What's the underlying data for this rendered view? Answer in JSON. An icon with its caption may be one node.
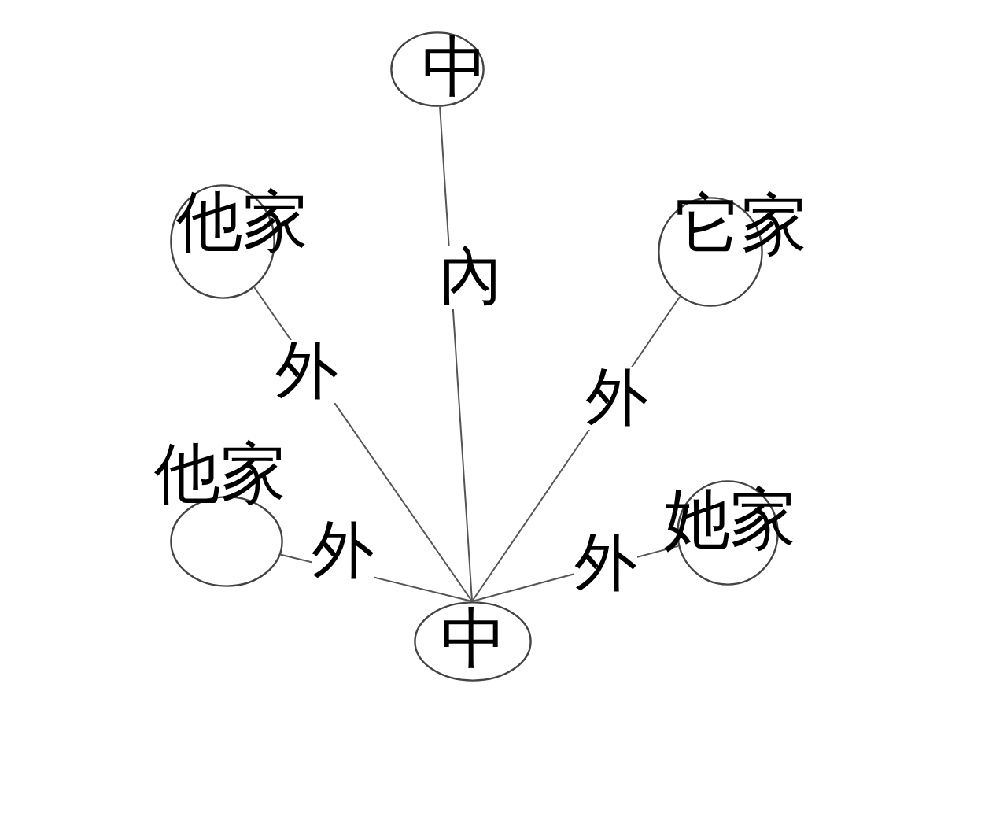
{
  "diagram": {
    "nodes": [
      {
        "text": [
          "中"
        ]
      },
      {
        "text": [
          "他家"
        ]
      },
      {
        "text": [
          "它家"
        ]
      },
      {
        "text": [
          "他家"
        ]
      },
      {
        "text": [
          "她家"
        ]
      },
      {
        "text": [
          "中"
        ]
      }
    ],
    "edges": [
      {
        "from": 5,
        "to": 0,
        "arrow": "none",
        "label": "內"
      },
      {
        "from": 5,
        "to": 1,
        "arrow": "none",
        "label": "外"
      },
      {
        "from": 5,
        "to": 2,
        "arrow": "none",
        "label": "外"
      },
      {
        "from": 5,
        "to": 3,
        "arrow": "none",
        "label": "外"
      },
      {
        "from": 5,
        "to": 4,
        "arrow": "none",
        "label": "外"
      }
    ]
  }
}
